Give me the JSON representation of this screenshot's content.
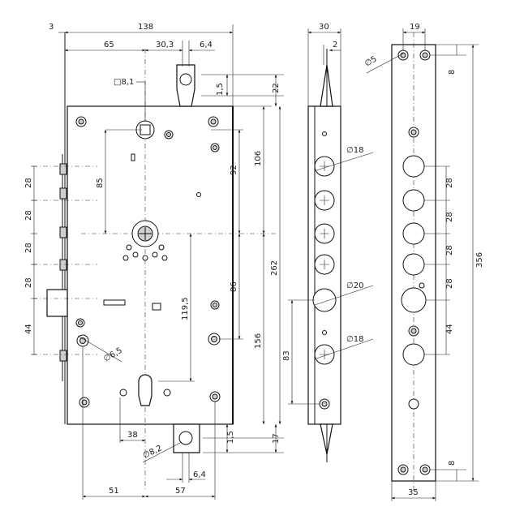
{
  "drawing": {
    "front_view": {
      "dims": {
        "d3": "3",
        "d138": "138",
        "d65": "65",
        "d30_3": "30,3",
        "d6_4_top": "6,4",
        "sq8_1": "□8,1",
        "d22": "22",
        "d1_5_top": "1,5",
        "d106": "106",
        "d92": "92",
        "d85": "85",
        "d262": "262",
        "d86": "86",
        "d119_5": "119,5",
        "d156": "156",
        "left_28_a": "28",
        "left_28_b": "28",
        "left_28_c": "28",
        "left_28_d": "28",
        "left_44": "44",
        "dia6_5": "∅6,5",
        "d38": "38",
        "dia8_2": "∅8,2",
        "d1_5_bot": "1,5",
        "d17": "17",
        "d6_4_bot": "6,4",
        "d51": "51",
        "d57": "57"
      }
    },
    "side_view": {
      "dims": {
        "d30": "30",
        "d2": "2",
        "dia18_top": "∅18",
        "dia20": "∅20",
        "dia18_bot": "∅18",
        "d83": "83"
      }
    },
    "faceplate": {
      "dims": {
        "d19": "19",
        "dia5": "∅5",
        "d8_top": "8",
        "r28_a": "28",
        "r28_b": "28",
        "r28_c": "28",
        "r28_d": "28",
        "r44": "44",
        "d356": "356",
        "d8_bot": "8",
        "d35": "35"
      }
    }
  }
}
